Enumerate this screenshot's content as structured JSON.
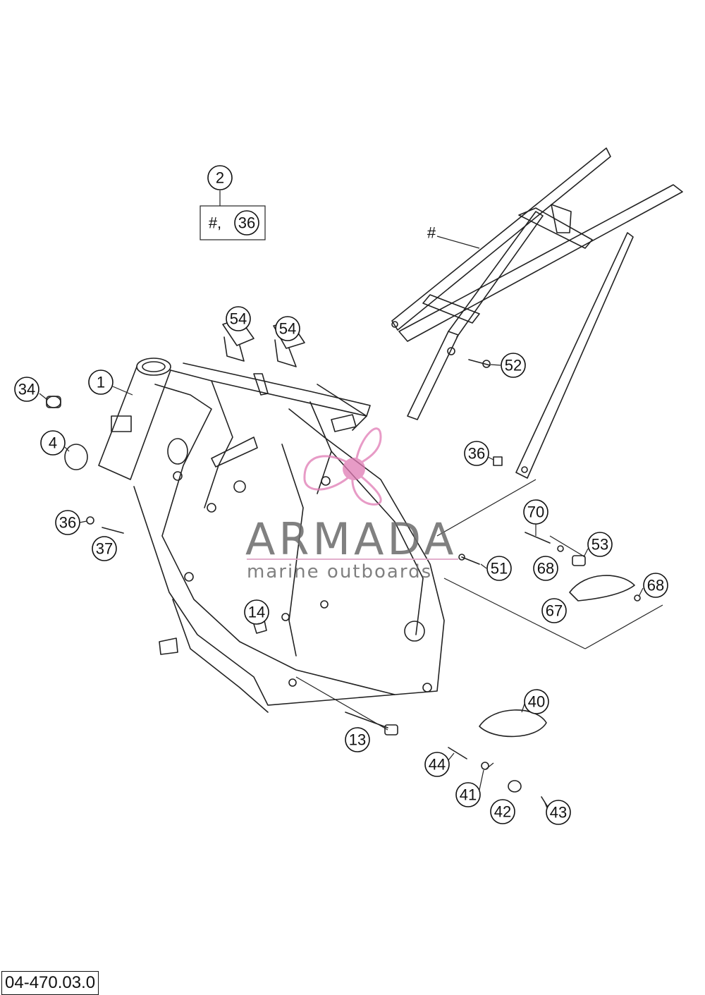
{
  "diagram_code": "04-470.03.0",
  "watermark": {
    "brand": "ARMADA",
    "tagline": "marine outboards",
    "accent_color": "#e07ab4",
    "text_color": "#6b6b6b"
  },
  "kit_box": {
    "symbol": "#,",
    "ref": "36"
  },
  "subframe_symbol": "#",
  "callouts": [
    {
      "id": "c2",
      "label": "2"
    },
    {
      "id": "c54a",
      "label": "54"
    },
    {
      "id": "c54b",
      "label": "54"
    },
    {
      "id": "c34",
      "label": "34"
    },
    {
      "id": "c1",
      "label": "1"
    },
    {
      "id": "c4",
      "label": "4"
    },
    {
      "id": "c36a",
      "label": "36"
    },
    {
      "id": "c37",
      "label": "37"
    },
    {
      "id": "c52",
      "label": "52"
    },
    {
      "id": "c36b",
      "label": "36"
    },
    {
      "id": "c70",
      "label": "70"
    },
    {
      "id": "c53",
      "label": "53"
    },
    {
      "id": "c51",
      "label": "51"
    },
    {
      "id": "c68a",
      "label": "68"
    },
    {
      "id": "c68b",
      "label": "68"
    },
    {
      "id": "c67",
      "label": "67"
    },
    {
      "id": "c14",
      "label": "14"
    },
    {
      "id": "c40",
      "label": "40"
    },
    {
      "id": "c13",
      "label": "13"
    },
    {
      "id": "c44",
      "label": "44"
    },
    {
      "id": "c41",
      "label": "41"
    },
    {
      "id": "c42",
      "label": "42"
    },
    {
      "id": "c43",
      "label": "43"
    }
  ]
}
